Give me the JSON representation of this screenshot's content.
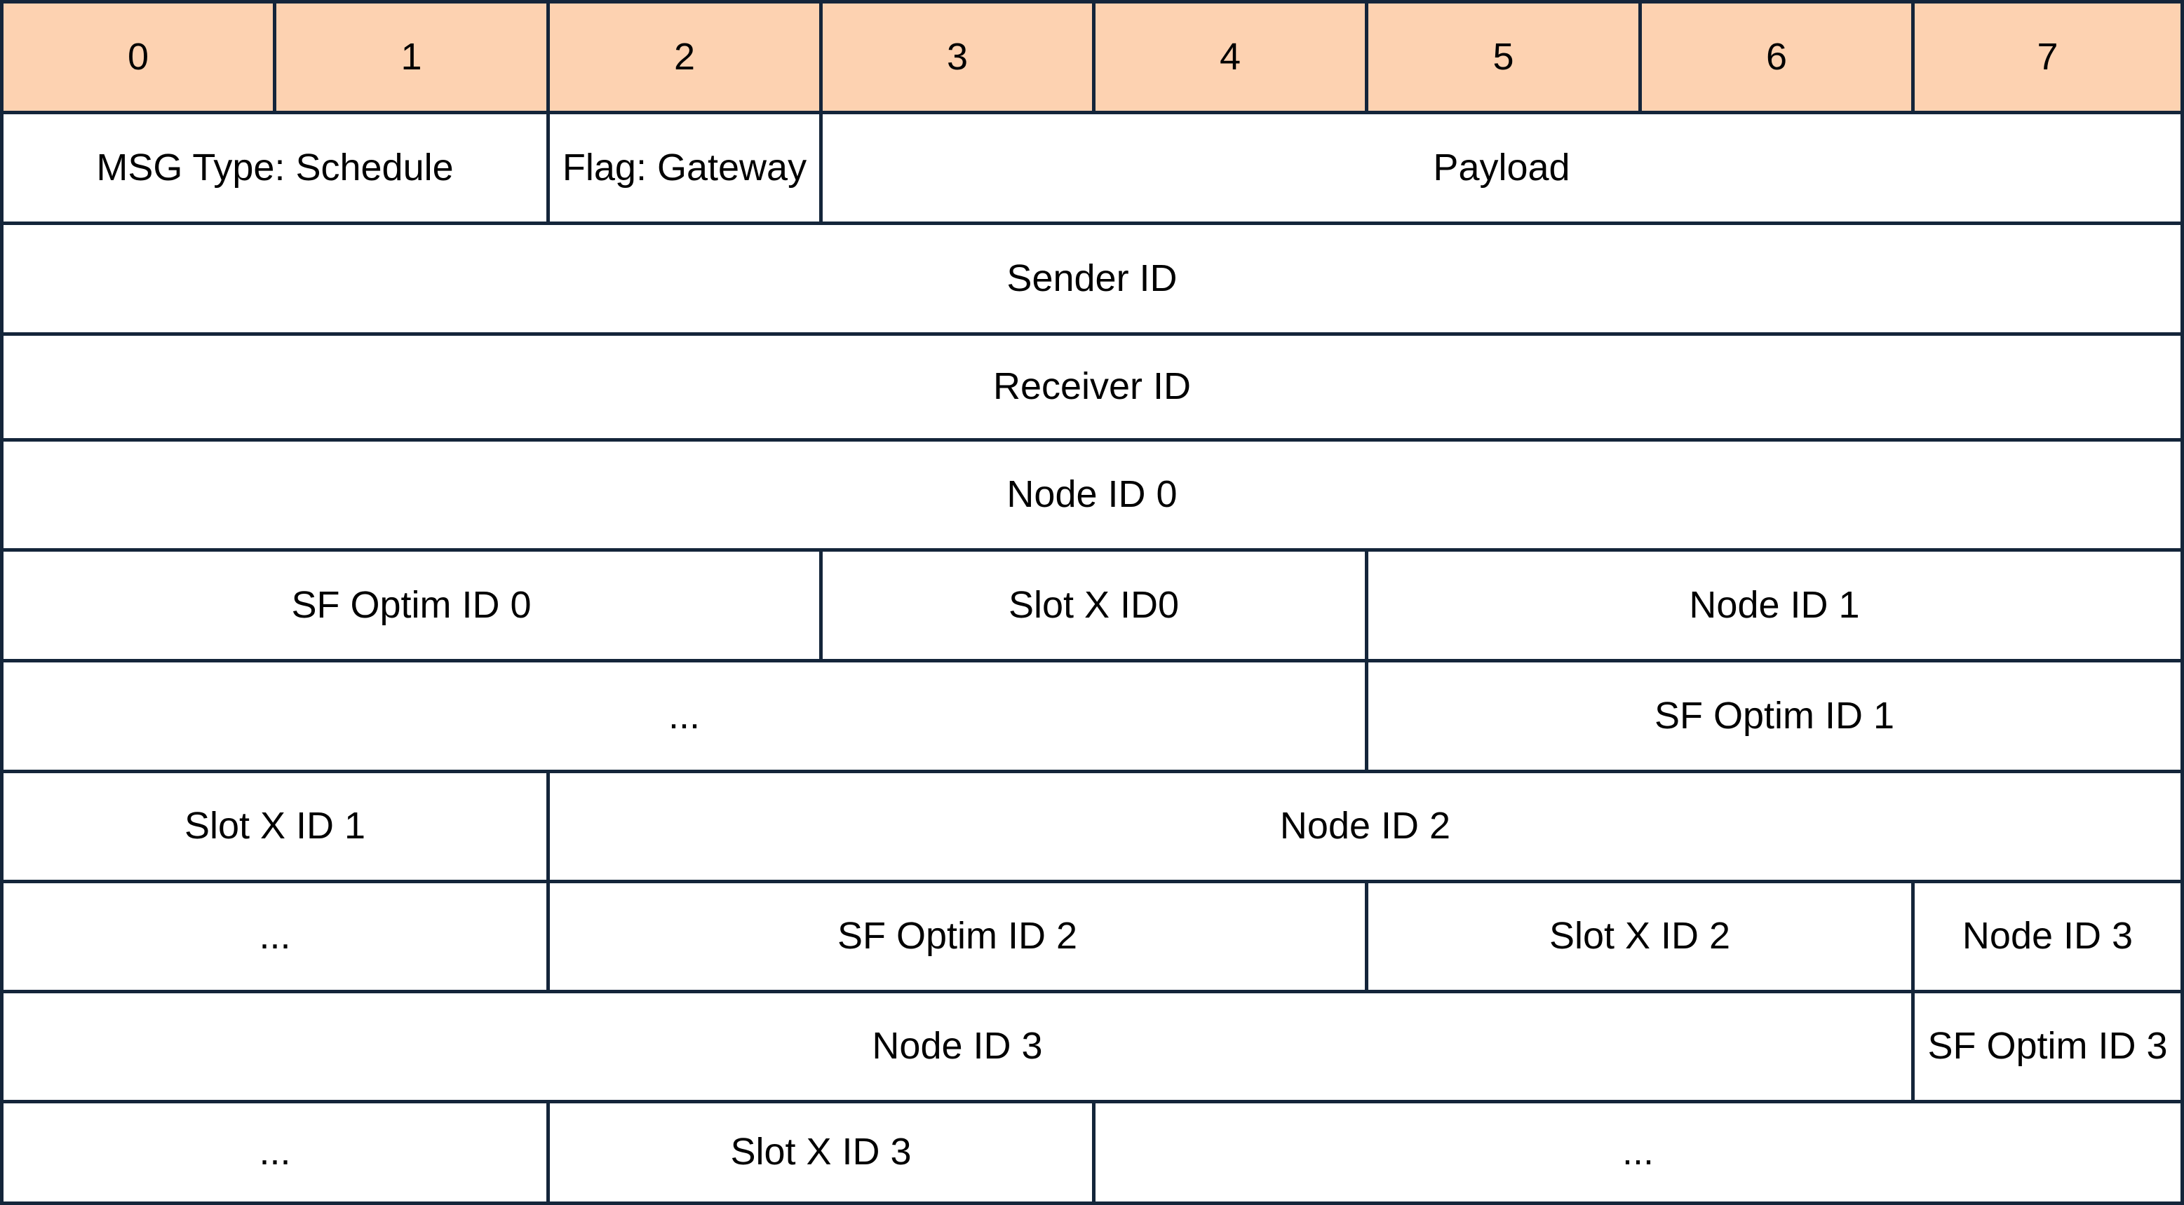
{
  "colors": {
    "header_fill": "#fdd2b1",
    "border": "#14253a",
    "cell_fill": "#ffffff",
    "text": "#000000"
  },
  "header": {
    "bits": [
      "0",
      "1",
      "2",
      "3",
      "4",
      "5",
      "6",
      "7"
    ]
  },
  "rows": [
    [
      {
        "label": "MSG Type: Schedule",
        "span": 2
      },
      {
        "label": "Flag: Gateway",
        "span": 1
      },
      {
        "label": "Payload",
        "span": 5
      }
    ],
    [
      {
        "label": "Sender ID",
        "span": 8
      }
    ],
    [
      {
        "label": "Receiver ID",
        "span": 8
      }
    ],
    [
      {
        "label": "Node ID 0",
        "span": 8
      }
    ],
    [
      {
        "label": "SF Optim ID 0",
        "span": 3
      },
      {
        "label": "Slot X ID0",
        "span": 2
      },
      {
        "label": "Node ID 1",
        "span": 3
      }
    ],
    [
      {
        "label": "...",
        "span": 5
      },
      {
        "label": "SF Optim ID 1",
        "span": 3
      }
    ],
    [
      {
        "label": "Slot X ID 1",
        "span": 2
      },
      {
        "label": "Node ID 2",
        "span": 6
      }
    ],
    [
      {
        "label": "...",
        "span": 2
      },
      {
        "label": "SF Optim ID 2",
        "span": 3
      },
      {
        "label": "Slot X ID 2",
        "span": 2
      },
      {
        "label": "Node ID 3",
        "span": 1
      }
    ],
    [
      {
        "label": "Node ID 3",
        "span": 7
      },
      {
        "label": "SF Optim ID 3",
        "span": 1
      }
    ],
    [
      {
        "label": "...",
        "span": 2
      },
      {
        "label": "Slot X ID 3",
        "span": 2
      },
      {
        "label": "...",
        "span": 4
      }
    ]
  ]
}
